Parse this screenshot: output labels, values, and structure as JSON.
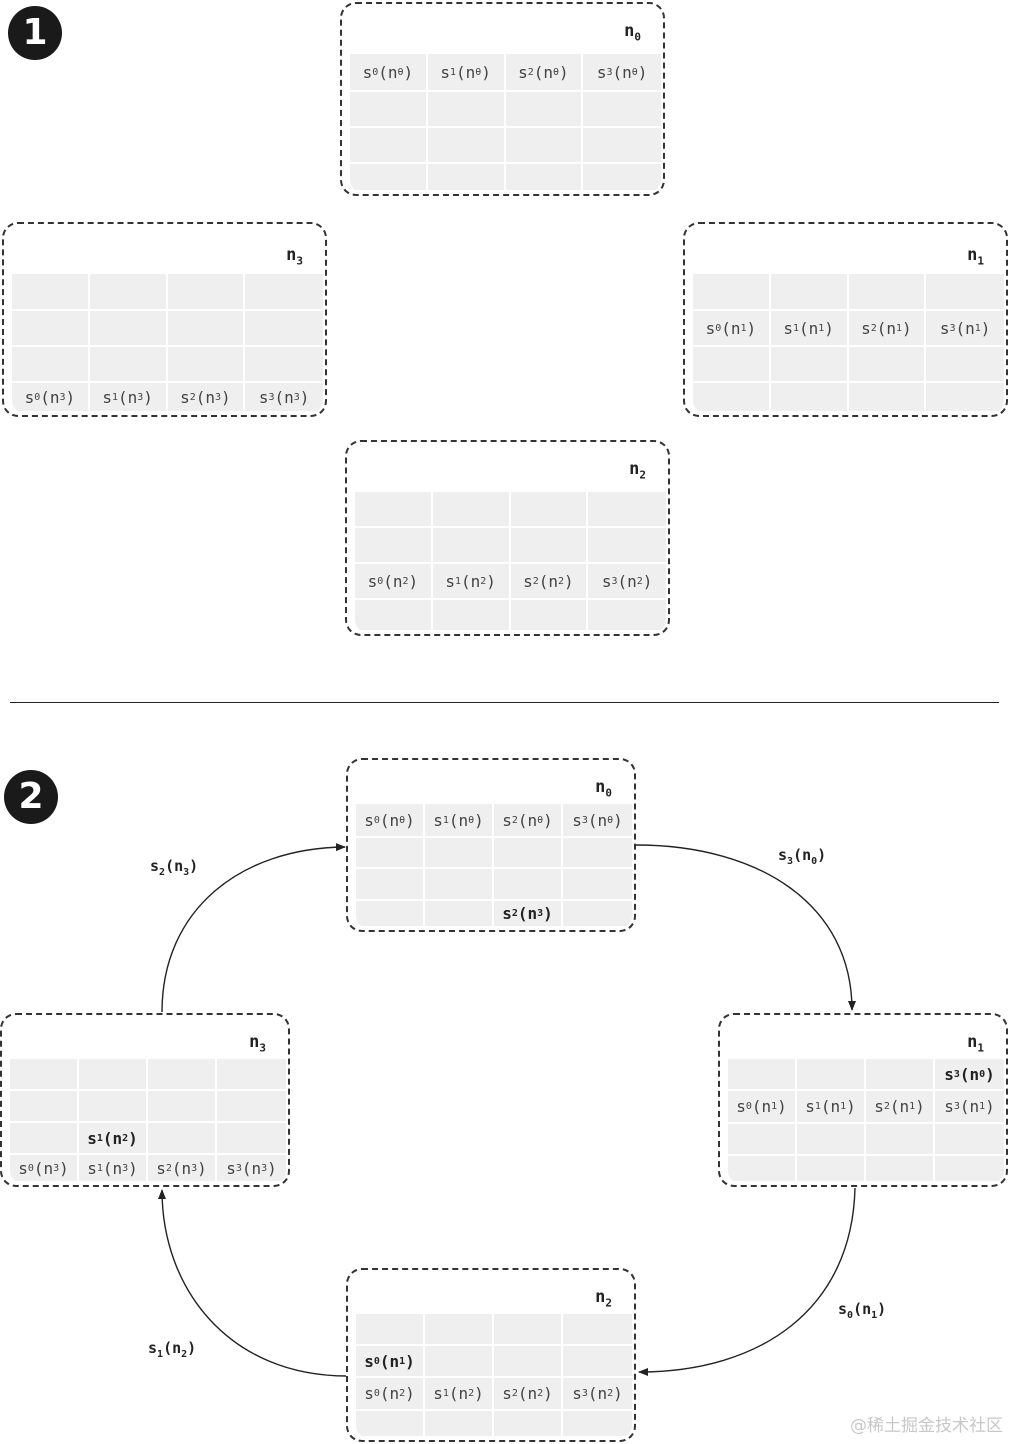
{
  "step1": {
    "badge": "1",
    "nodes": [
      {
        "id": "n0",
        "name": "n",
        "sub": "0",
        "rows": [
          [
            [
              "s",
              "0",
              "(n",
              "θ",
              ")"
            ],
            [
              "s",
              "1",
              "(n",
              "θ",
              ")"
            ],
            [
              "s",
              "2",
              "(n",
              "θ",
              ")"
            ],
            [
              "s",
              "3",
              "(n",
              "θ",
              ")"
            ]
          ],
          [
            null,
            null,
            null,
            null
          ],
          [
            null,
            null,
            null,
            null
          ],
          [
            null,
            null,
            null,
            null
          ]
        ]
      },
      {
        "id": "n1",
        "name": "n",
        "sub": "1",
        "rows": [
          [
            null,
            null,
            null,
            null
          ],
          [
            [
              "s",
              "0",
              "(n",
              "1",
              ")"
            ],
            [
              "s",
              "1",
              "(n",
              "1",
              ")"
            ],
            [
              "s",
              "2",
              "(n",
              "1",
              ")"
            ],
            [
              "s",
              "3",
              "(n",
              "1",
              ")"
            ]
          ],
          [
            null,
            null,
            null,
            null
          ],
          [
            null,
            null,
            null,
            null
          ]
        ]
      },
      {
        "id": "n2",
        "name": "n",
        "sub": "2",
        "rows": [
          [
            null,
            null,
            null,
            null
          ],
          [
            null,
            null,
            null,
            null
          ],
          [
            [
              "s",
              "0",
              "(n",
              "2",
              ")"
            ],
            [
              "s",
              "1",
              "(n",
              "2",
              ")"
            ],
            [
              "s",
              "2",
              "(n",
              "2",
              ")"
            ],
            [
              "s",
              "3",
              "(n",
              "2",
              ")"
            ]
          ],
          [
            null,
            null,
            null,
            null
          ]
        ]
      },
      {
        "id": "n3",
        "name": "n",
        "sub": "3",
        "rows": [
          [
            null,
            null,
            null,
            null
          ],
          [
            null,
            null,
            null,
            null
          ],
          [
            null,
            null,
            null,
            null
          ],
          [
            [
              "s",
              "0",
              "(n",
              "3",
              ")"
            ],
            [
              "s",
              "1",
              "(n",
              "3",
              ")"
            ],
            [
              "s",
              "2",
              "(n",
              "3",
              ")"
            ],
            [
              "s",
              "3",
              "(n",
              "3",
              ")"
            ]
          ]
        ]
      }
    ]
  },
  "step2": {
    "badge": "2",
    "nodes": [
      {
        "id": "n0",
        "name": "n",
        "sub": "0",
        "rows": [
          [
            [
              "s",
              "0",
              "(n",
              "θ",
              ")"
            ],
            [
              "s",
              "1",
              "(n",
              "θ",
              ")"
            ],
            [
              "s",
              "2",
              "(n",
              "θ",
              ")"
            ],
            [
              "s",
              "3",
              "(n",
              "θ",
              ")"
            ]
          ],
          [
            null,
            null,
            null,
            null
          ],
          [
            null,
            null,
            null,
            null
          ],
          [
            null,
            null,
            {
              "b": [
                "s",
                "2",
                "(n",
                "3",
                ")"
              ]
            },
            null
          ]
        ]
      },
      {
        "id": "n1",
        "name": "n",
        "sub": "1",
        "rows": [
          [
            null,
            null,
            null,
            {
              "b": [
                "s",
                "3",
                "(n",
                "0",
                ")"
              ]
            }
          ],
          [
            [
              "s",
              "0",
              "(n",
              "1",
              ")"
            ],
            [
              "s",
              "1",
              "(n",
              "1",
              ")"
            ],
            [
              "s",
              "2",
              "(n",
              "1",
              ")"
            ],
            [
              "s",
              "3",
              "(n",
              "1",
              ")"
            ]
          ],
          [
            null,
            null,
            null,
            null
          ],
          [
            null,
            null,
            null,
            null
          ]
        ]
      },
      {
        "id": "n2",
        "name": "n",
        "sub": "2",
        "rows": [
          [
            null,
            null,
            null,
            null
          ],
          [
            {
              "b": [
                "s",
                "0",
                "(n",
                "1",
                ")"
              ]
            },
            null,
            null,
            null
          ],
          [
            [
              "s",
              "0",
              "(n",
              "2",
              ")"
            ],
            [
              "s",
              "1",
              "(n",
              "2",
              ")"
            ],
            [
              "s",
              "2",
              "(n",
              "2",
              ")"
            ],
            [
              "s",
              "3",
              "(n",
              "2",
              ")"
            ]
          ],
          [
            null,
            null,
            null,
            null
          ]
        ]
      },
      {
        "id": "n3",
        "name": "n",
        "sub": "3",
        "rows": [
          [
            null,
            null,
            null,
            null
          ],
          [
            null,
            null,
            null,
            null
          ],
          [
            null,
            {
              "b": [
                "s",
                "1",
                "(n",
                "2",
                ")"
              ]
            },
            null,
            null
          ],
          [
            [
              "s",
              "0",
              "(n",
              "3",
              ")"
            ],
            [
              "s",
              "1",
              "(n",
              "3",
              ")"
            ],
            [
              "s",
              "2",
              "(n",
              "3",
              ")"
            ],
            [
              "s",
              "3",
              "(n",
              "3",
              ")"
            ]
          ]
        ]
      }
    ],
    "arrow_labels": [
      {
        "id": "s3n0",
        "parts": [
          "s",
          "3",
          "(n",
          "0",
          ")"
        ]
      },
      {
        "id": "s0n1",
        "parts": [
          "s",
          "0",
          "(n",
          "1",
          ")"
        ]
      },
      {
        "id": "s1n2",
        "parts": [
          "s",
          "1",
          "(n",
          "2",
          ")"
        ]
      },
      {
        "id": "s2n3",
        "parts": [
          "s",
          "2",
          "(n",
          "3",
          ")"
        ]
      }
    ]
  },
  "watermark": "@稀土掘金技术社区",
  "colors": {
    "border": "#333333",
    "cell": "#efefef",
    "badge": "#1a1a1a"
  }
}
